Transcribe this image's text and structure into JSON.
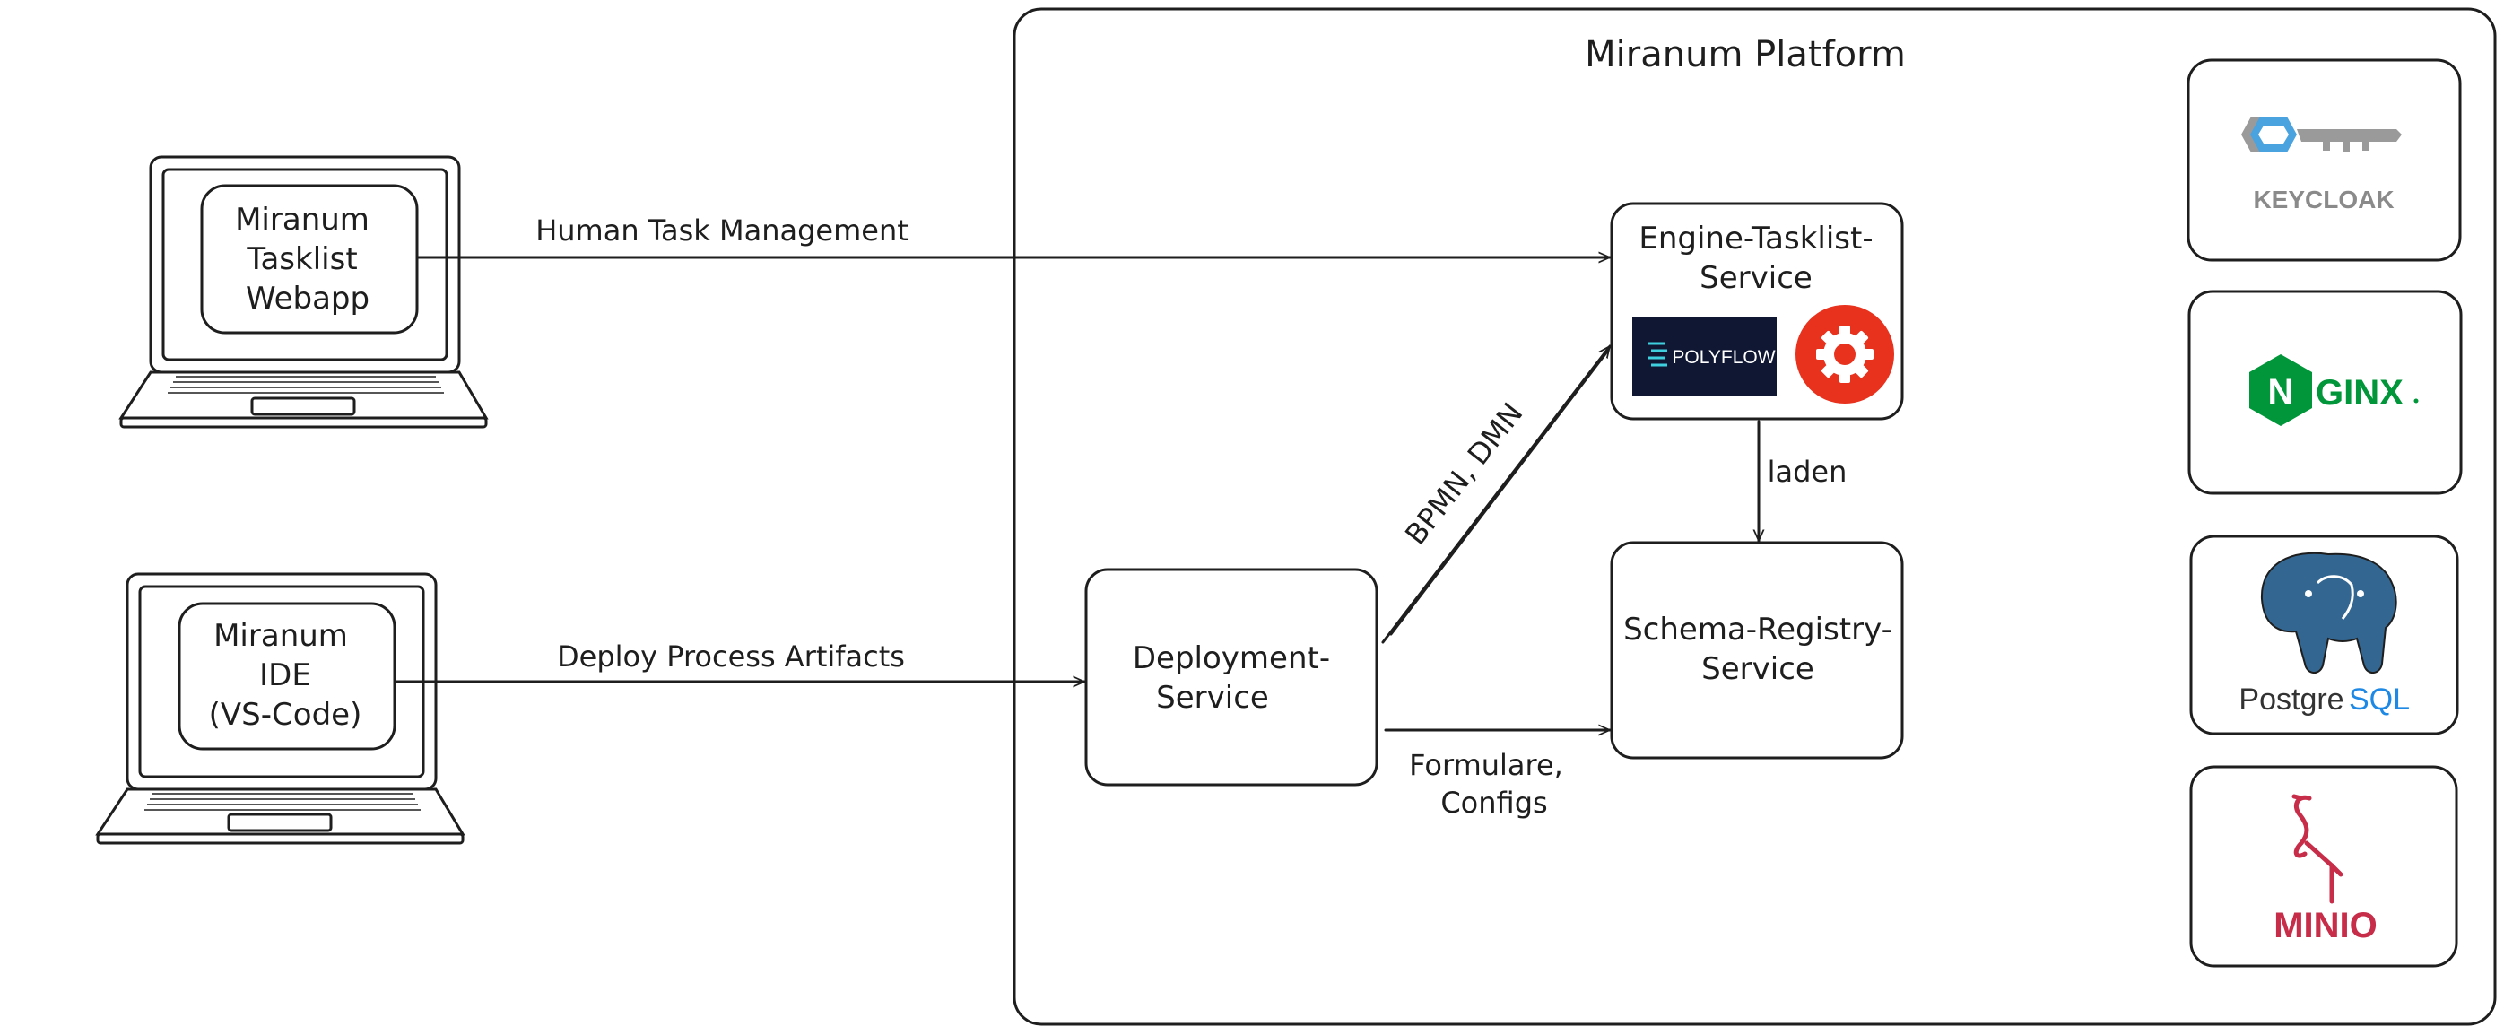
{
  "platform": {
    "title": "Miranum Platform"
  },
  "clients": {
    "tasklist": {
      "line1": "Miranum",
      "line2": "Tasklist",
      "line3": "Webapp"
    },
    "ide": {
      "line1": "Miranum",
      "line2": "IDE",
      "line3": "(VS-Code)"
    }
  },
  "services": {
    "engine": {
      "line1": "Engine-Tasklist-",
      "line2": "Service"
    },
    "deployment": {
      "line1": "Deployment-",
      "line2": "Service"
    },
    "schema": {
      "line1": "Schema-Registry-",
      "line2": "Service"
    }
  },
  "edges": {
    "human_task": "Human Task Management",
    "deploy": "Deploy Process Artifacts",
    "bpmn": "BPMN, DMN",
    "laden": "laden",
    "formulare_line1": "Formulare,",
    "formulare_line2": "Configs"
  },
  "logos": {
    "polyflow": "POLYFLOW",
    "keycloak": "KEYCLOAK",
    "nginx_letter": "N",
    "nginx_text": "GINX",
    "postgres_a": "Postgre",
    "postgres_b": "SQL",
    "minio": "MINIO"
  },
  "colors": {
    "stroke": "#1e1e1e",
    "polyflow_bg": "#0f1733",
    "polyflow_accent": "#3fd0e0",
    "camunda_red": "#e8321e",
    "keycloak_blue": "#4aa3df",
    "keycloak_gray": "#9a9a9a",
    "nginx_green": "#009639",
    "postgres_blue": "#336791",
    "postgres_sql": "#1e88e5",
    "minio_red": "#c72c48"
  }
}
